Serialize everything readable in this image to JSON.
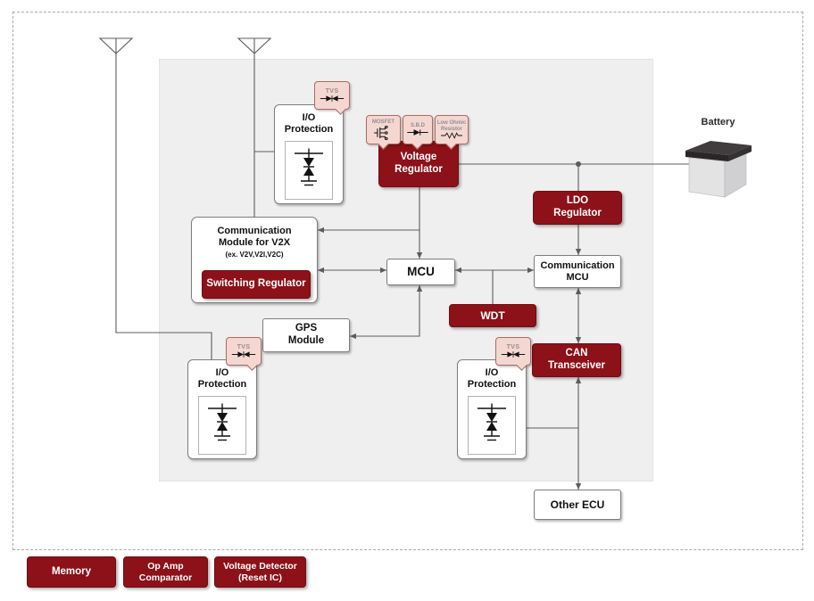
{
  "colors": {
    "block_dark_red": "#8c1118",
    "callout_pink_bg": "#f5d7d2",
    "callout_border": "#a96b63",
    "wire_gray": "#5c5c5c",
    "panel_gray": "#f0eff0"
  },
  "labels": {
    "io_protection": "I/O\nProtection",
    "tvs": "TVS",
    "mosfet": "MOSFET",
    "sbd": "S.B.D",
    "low_ohmic_resistor": "Low Ohmic\nResistor",
    "voltage_regulator": "Voltage\nRegulator",
    "battery": "Battery",
    "ldo_regulator": "LDO\nRegulator",
    "comm_module_title": "Communication\nModule for V2X",
    "comm_module_subtitle": "(ex. V2V,V2I,V2C)",
    "switching_regulator": "Switching Regulator",
    "mcu": "MCU",
    "communication_mcu": "Communication\nMCU",
    "wdt": "WDT",
    "gps_module": "GPS\nModule",
    "can_transceiver": "CAN\nTransceiver",
    "other_ecu": "Other ECU",
    "memory": "Memory",
    "op_amp_comparator": "Op Amp\nComparator",
    "voltage_detector": "Voltage Detector\n(Reset IC)"
  }
}
